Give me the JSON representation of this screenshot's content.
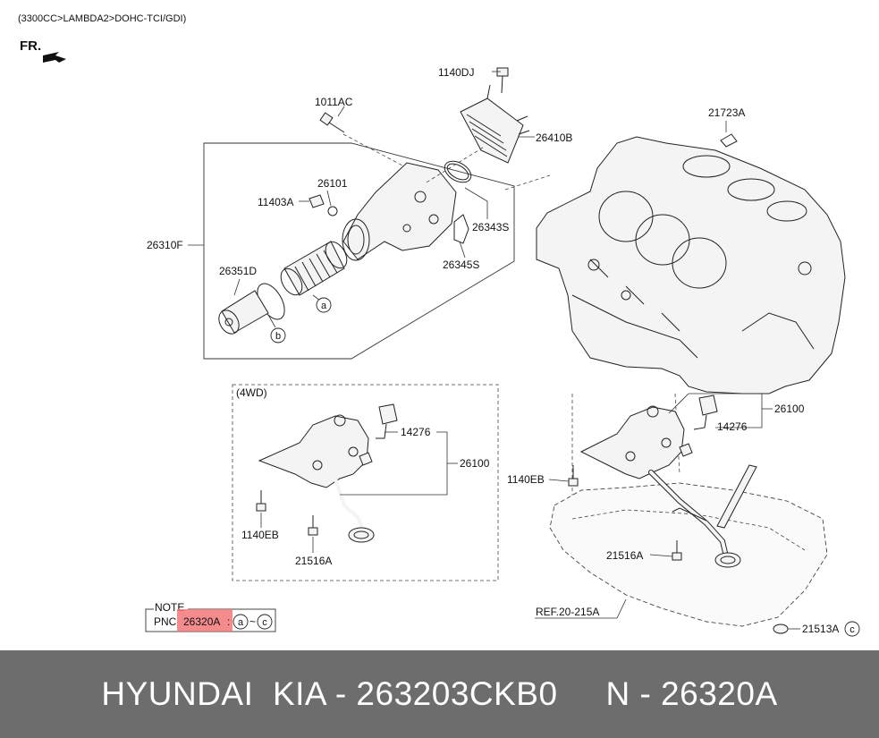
{
  "header": {
    "subtitle": "(3300CC>LAMBDA2>DOHC-TCI/GDI)",
    "direction_label": "FR."
  },
  "labels": {
    "p1140DJ": "1140DJ",
    "p1011AC": "1011AC",
    "p26410B": "26410B",
    "p21723A": "21723A",
    "p26101": "26101",
    "p11403A": "11403A",
    "p26343S": "26343S",
    "p26310F": "26310F",
    "p26345S": "26345S",
    "p26351D": "26351D",
    "circle_a": "a",
    "circle_b": "b",
    "circle_c": "c",
    "group_4wd": "(4WD)",
    "p14276_left": "14276",
    "p26100_left": "26100",
    "p1140EB_left": "1140EB",
    "p21516A_left": "21516A",
    "p26100_right": "26100",
    "p14276_right": "14276",
    "p1140EB_right": "1140EB",
    "p21516A_right": "21516A",
    "ref": "REF.20-215A",
    "p21513A": "21513A"
  },
  "note": {
    "title": "NOTE",
    "pnc_prefix": "PNC",
    "pnc_code": "26320A",
    "range_sep": ":",
    "range_from": "a",
    "range_tilde": "~",
    "range_to": "c"
  },
  "footer": {
    "text": "HYUNDAI  KIA - 263203CKB0     N - 26320A"
  },
  "colors": {
    "footer_bg": "#6d6d6d",
    "highlight": "#f2787a"
  }
}
